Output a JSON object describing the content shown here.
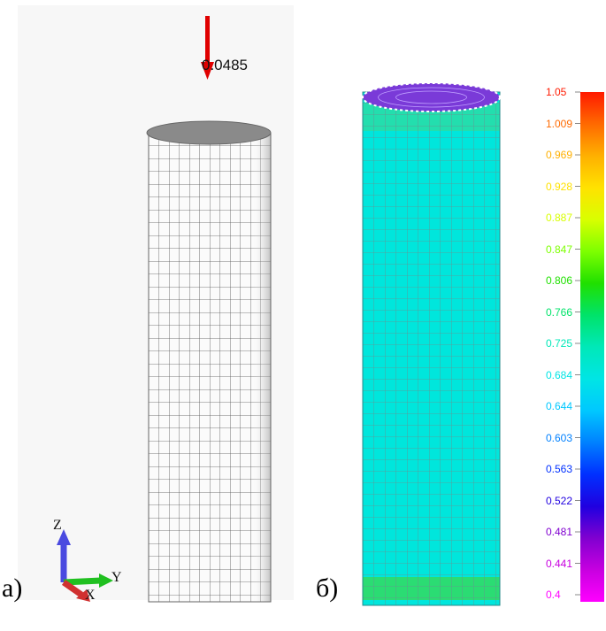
{
  "captions": {
    "a": "а)",
    "b": "б)"
  },
  "load_label": "0.0485",
  "axes": {
    "x": "X",
    "y": "Y",
    "z": "Z"
  },
  "legend": [
    {
      "value": "1.05",
      "color": "#ff1a00"
    },
    {
      "value": "1.009",
      "color": "#ff6a00"
    },
    {
      "value": "0.969",
      "color": "#ffb000"
    },
    {
      "value": "0.928",
      "color": "#ffe200"
    },
    {
      "value": "0.887",
      "color": "#d9ff00"
    },
    {
      "value": "0.847",
      "color": "#7dff00"
    },
    {
      "value": "0.806",
      "color": "#20e000"
    },
    {
      "value": "0.766",
      "color": "#00e36a"
    },
    {
      "value": "0.725",
      "color": "#00e8b8"
    },
    {
      "value": "0.684",
      "color": "#00e5e5"
    },
    {
      "value": "0.644",
      "color": "#00c8ff"
    },
    {
      "value": "0.603",
      "color": "#0080ff"
    },
    {
      "value": "0.563",
      "color": "#0030ff"
    },
    {
      "value": "0.522",
      "color": "#2000e0"
    },
    {
      "value": "0.481",
      "color": "#8000d0"
    },
    {
      "value": "0.441",
      "color": "#c800e0"
    },
    {
      "value": "0.4",
      "color": "#ff00ff"
    }
  ]
}
